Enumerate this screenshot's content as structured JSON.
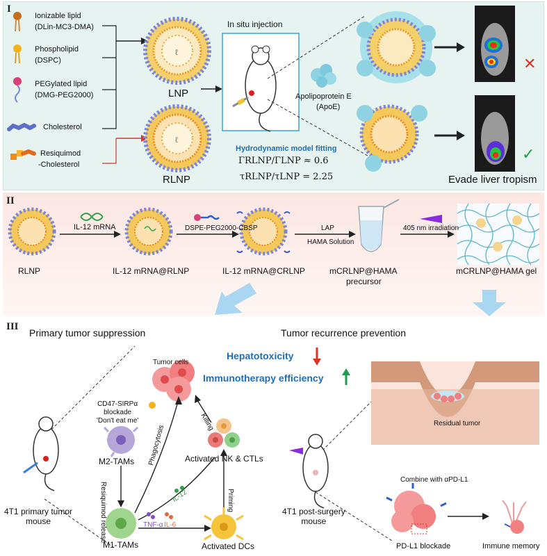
{
  "panel_I": {
    "label": "I",
    "legend": [
      {
        "name": "Ionizable lipid",
        "detail": "(DLin-MC3-DMA)"
      },
      {
        "name": "Phospholipid",
        "detail": "(DSPC)"
      },
      {
        "name": "PEGylated lipid",
        "detail": "(DMG-PEG2000)"
      },
      {
        "name": "Cholesterol",
        "detail": ""
      },
      {
        "name": "Resiquimod",
        "detail": "-Cholesterol"
      }
    ],
    "lnp_label": "LNP",
    "rlnp_label": "RLNP",
    "injection_label": "In situ injection",
    "apoe_label": "Apolipoprotein E",
    "apoe_abbr": "(ApoE)",
    "model_title": "Hydrodynamic model fitting",
    "eq1": "ΓRLNP/ΓLNP ≈ 0.6",
    "eq2": "τRLNP/τLNP = 2.25",
    "outcome_label": "Evade liver tropism",
    "fail_mark": "✕",
    "pass_mark": "✓"
  },
  "panel_II": {
    "label": "II",
    "steps": [
      "RLNP",
      "IL-12 mRNA@RLNP",
      "IL-12 mRNA@CRLNP",
      "mCRLNP@HAMA",
      "mCRLNP@HAMA gel"
    ],
    "step4_sub": "precursor",
    "arrow1": "IL-12 mRNA",
    "arrow2": "DSPE-PEG2000-CBSP",
    "arrow3_top": "LAP",
    "arrow3_bottom": "HAMA Solution",
    "arrow4": "405 nm irradiation"
  },
  "panel_III": {
    "label": "III",
    "left_title": "Primary tumor suppression",
    "right_title": "Tumor  recurrence  prevention",
    "hepatotoxicity": "Hepatotoxicity",
    "immunotherapy": "Immunotherapy efficiency",
    "tumor_cells": "Tumor cells",
    "cd47_line1": "CD47-SIRPα",
    "cd47_line2": "blockade",
    "cd47_line3": "'Don't eat me'",
    "m2": "M2-TAMs",
    "m1": "M1-TAMs",
    "resiquimod_release": "Resiquimod release",
    "phagocytosis": "Phagocytosis",
    "killing": "Killing",
    "nk": "Activated NK & CTLs",
    "il12": "IL-12",
    "priming": "Priming",
    "tnf": "TNF-α",
    "il6": "IL-6",
    "dcs": "Activated DCs",
    "mouse1_line1": "4T1 primary tumor",
    "mouse1_line2": "mouse",
    "mouse2_line1": "4T1 post-surgery",
    "mouse2_line2": "mouse",
    "residual": "Residual tumor",
    "combine": "Combine with αPD-L1",
    "pdl1": "PD-L1 blockade",
    "memory": "Immune memory"
  },
  "colors": {
    "model_blue": "#1f6fb8",
    "down_red": "#d9342b",
    "up_green": "#1e9e4a"
  }
}
